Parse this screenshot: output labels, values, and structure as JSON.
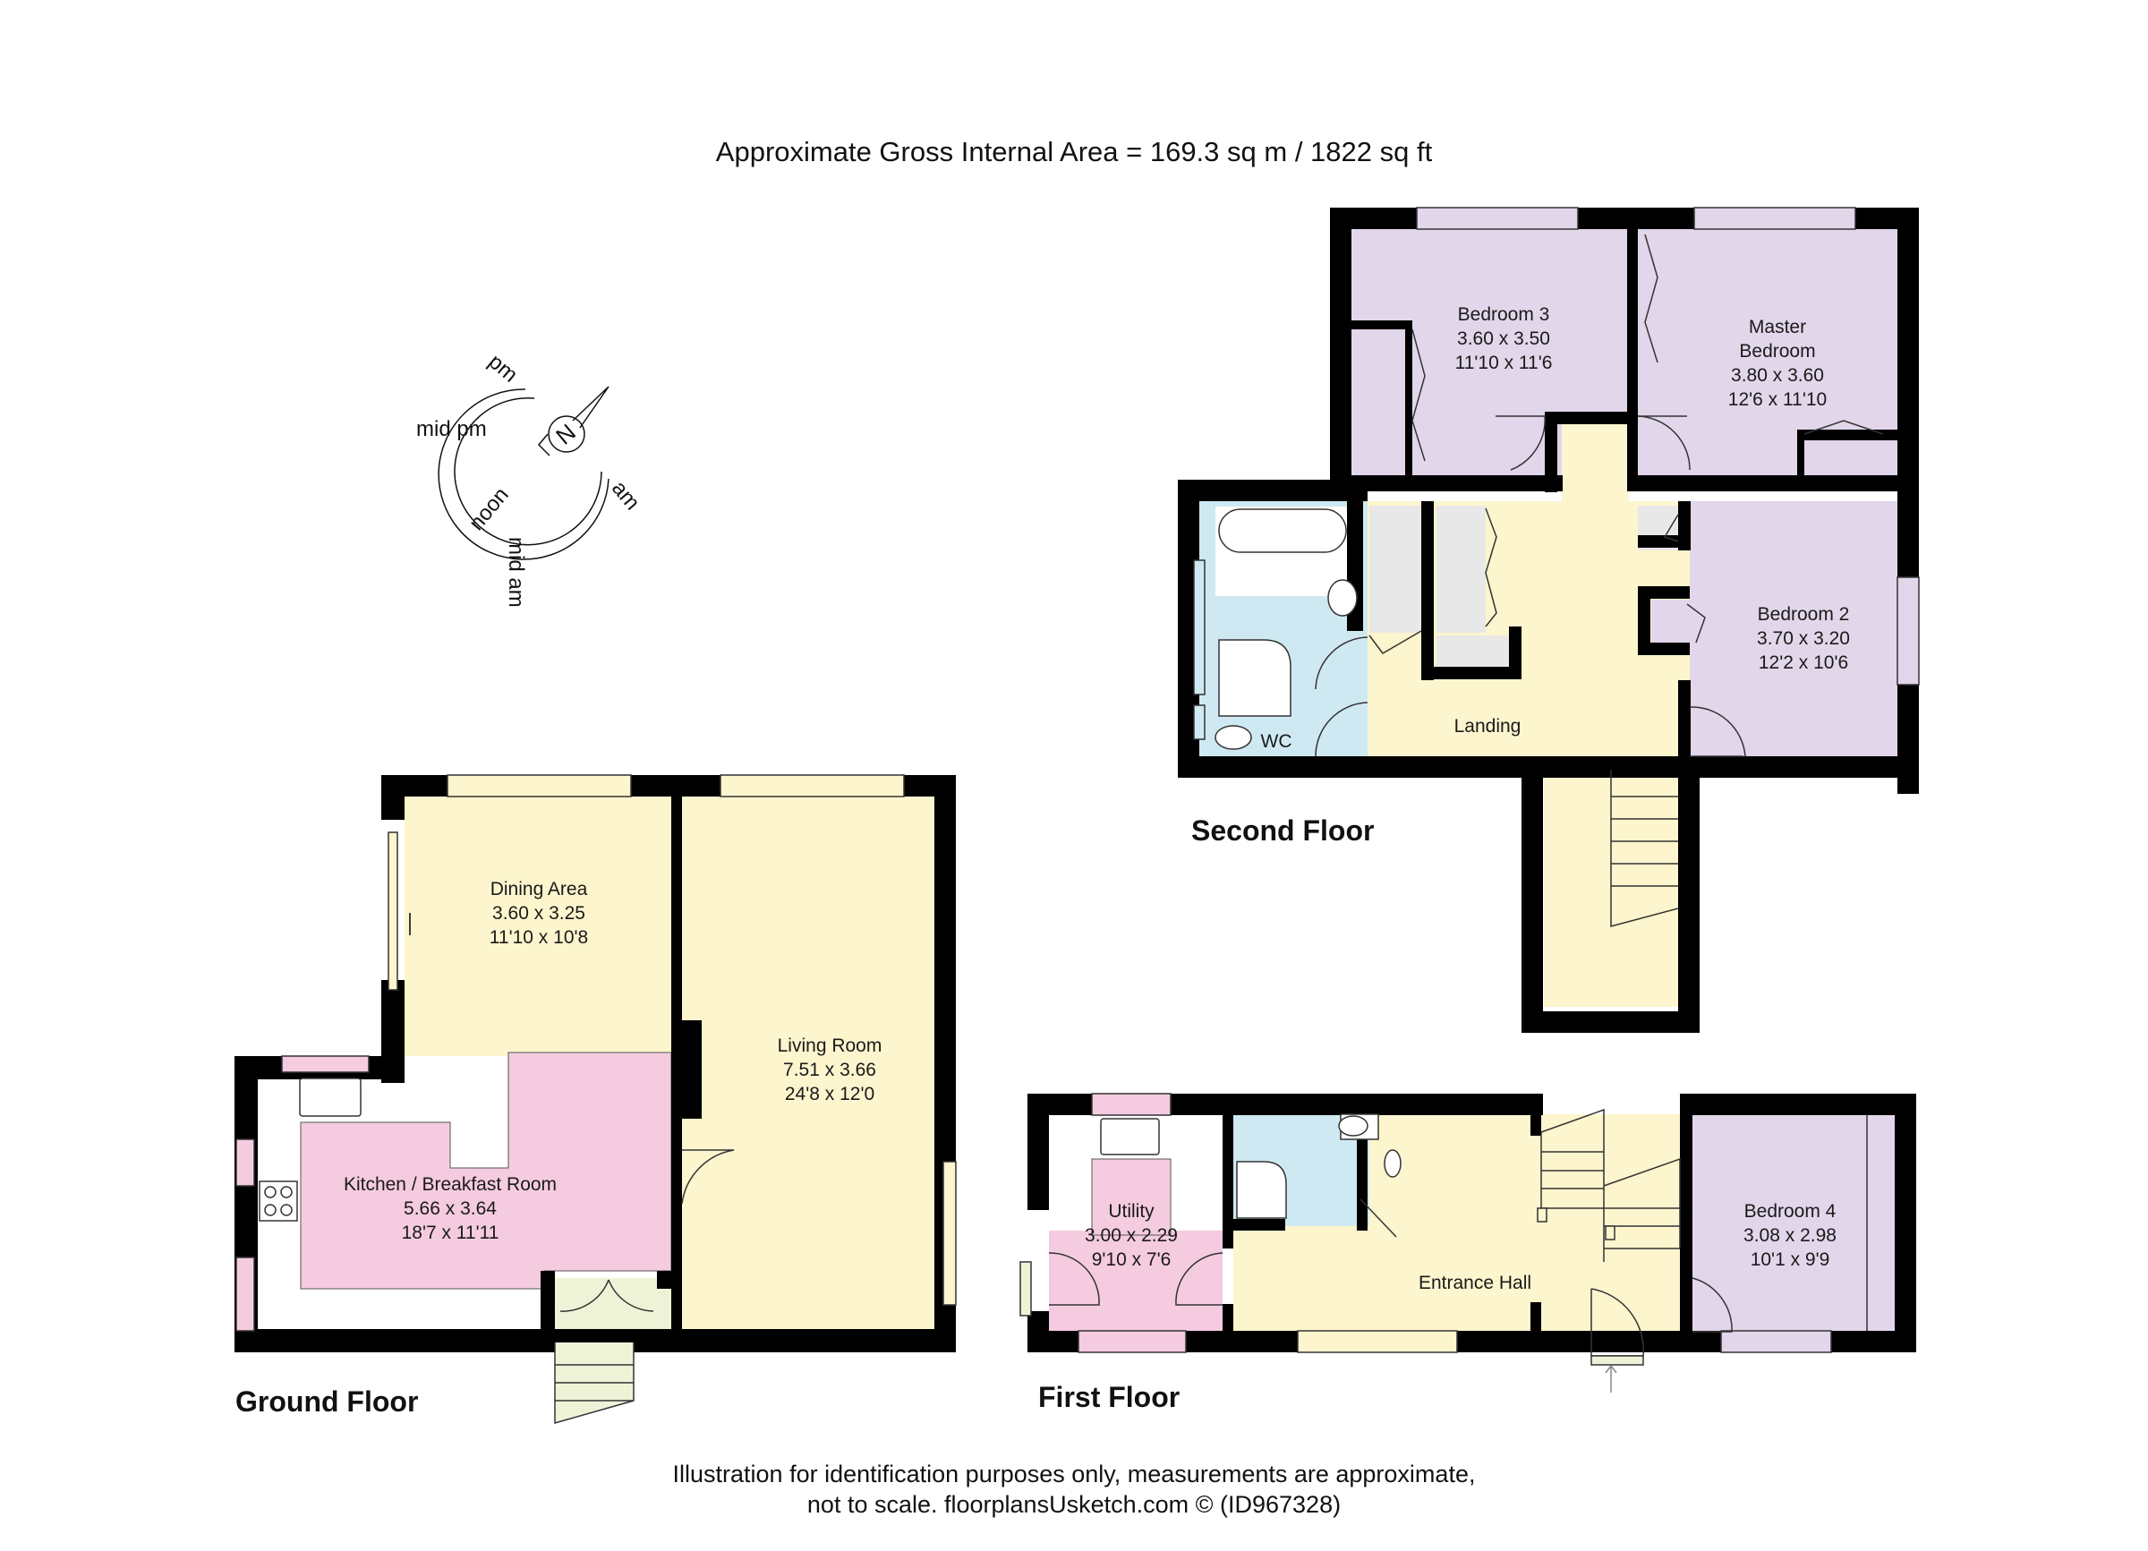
{
  "header": {
    "area_text": "Approximate Gross Internal Area = 169.3 sq m / 1822 sq ft"
  },
  "footer": {
    "line1": "Illustration for identification purposes only, measurements are approximate,",
    "line2": "not to scale. floorplansUsketch.com © (ID967328)"
  },
  "compass": {
    "north": "N",
    "labels": {
      "pm": "pm",
      "mid_pm": "mid pm",
      "noon": "noon",
      "mid_am": "mid am",
      "am": "am"
    }
  },
  "colors": {
    "wall": "#000000",
    "bedroom": "#e2d6ea",
    "living": "#fdf5cd",
    "kitchen": "#f5cbe0",
    "bathroom": "#cfe9f2",
    "storage": "#e8e8e8",
    "porch": "#eef3d8",
    "worktop": "#ffffff"
  },
  "floors": {
    "ground": {
      "title": "Ground Floor",
      "rooms": {
        "dining": {
          "name": "Dining Area",
          "metric": "3.60 x 3.25",
          "imperial": "11'10 x 10'8"
        },
        "living": {
          "name": "Living Room",
          "metric": "7.51 x 3.66",
          "imperial": "24'8 x 12'0"
        },
        "kitchen": {
          "name": "Kitchen / Breakfast Room",
          "metric": "5.66 x 3.64",
          "imperial": "18'7 x 11'11"
        }
      }
    },
    "first": {
      "title": "First Floor",
      "rooms": {
        "utility": {
          "name": "Utility",
          "metric": "3.00 x 2.29",
          "imperial": "9'10 x 7'6"
        },
        "hall": {
          "name": "Entrance Hall"
        },
        "bedroom4": {
          "name": "Bedroom 4",
          "metric": "3.08 x 2.98",
          "imperial": "10'1 x 9'9"
        }
      }
    },
    "second": {
      "title": "Second Floor",
      "rooms": {
        "bedroom3": {
          "name": "Bedroom 3",
          "metric": "3.60 x 3.50",
          "imperial": "11'10 x 11'6"
        },
        "master": {
          "name_line1": "Master",
          "name_line2": "Bedroom",
          "metric": "3.80 x 3.60",
          "imperial": "12'6 x 11'10"
        },
        "bedroom2": {
          "name": "Bedroom 2",
          "metric": "3.70 x 3.20",
          "imperial": "12'2 x 10'6"
        },
        "landing": {
          "name": "Landing"
        },
        "wc": {
          "name": "WC"
        }
      }
    }
  }
}
